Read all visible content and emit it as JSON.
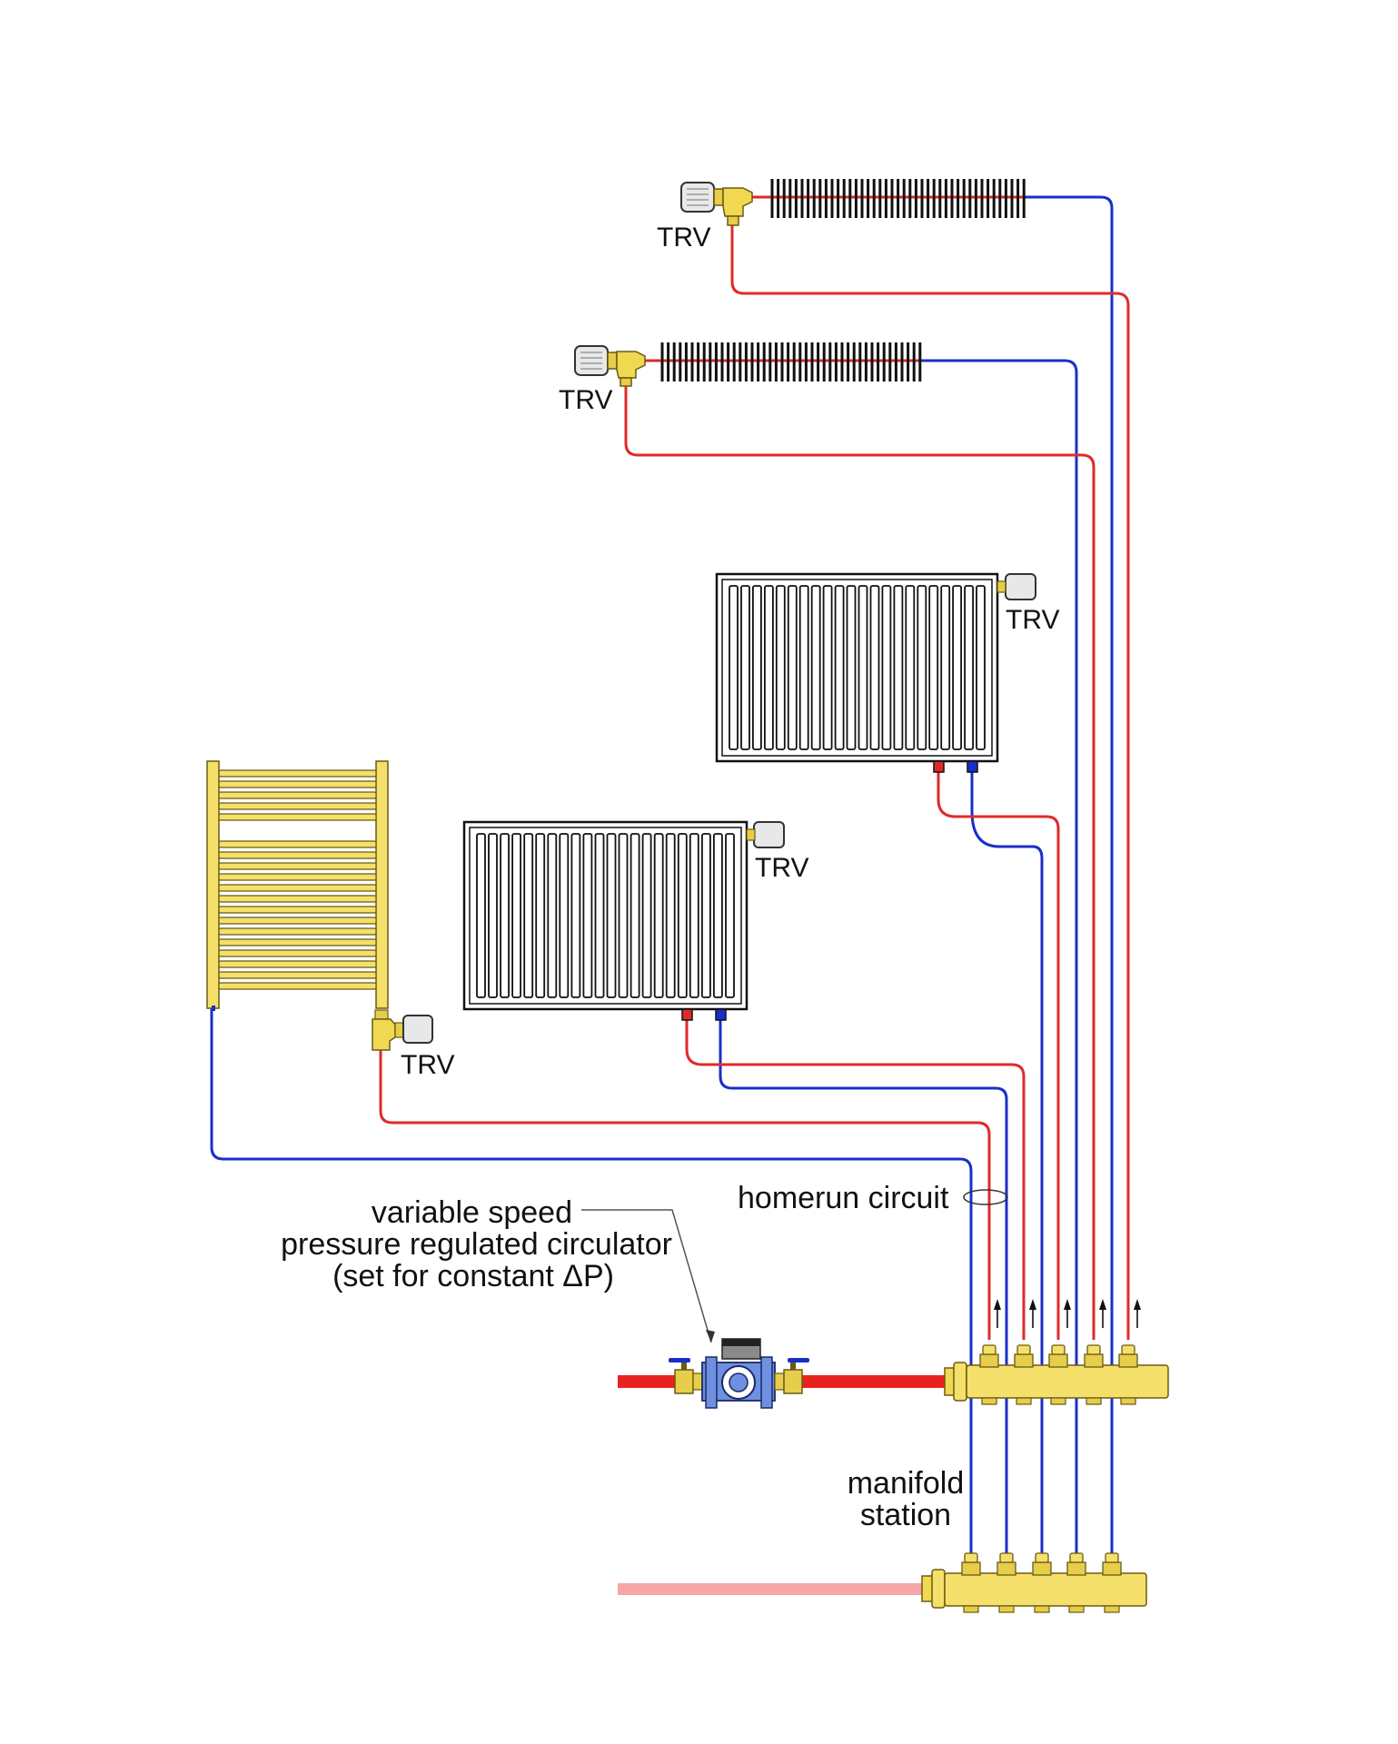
{
  "labels": {
    "trv": "TRV",
    "homerun": "homerun circuit",
    "circulator_line1": "variable speed",
    "circulator_line2": "pressure regulated circulator",
    "circulator_line3": "(set for constant ΔP)",
    "manifold_line1": "manifold",
    "manifold_line2": "station"
  },
  "colors": {
    "supply": "#e02a2a",
    "return": "#1a2fc8",
    "main_supply": "#e8231e",
    "main_return": "#f6a6a6",
    "brass": "#f4e06a",
    "brass_dark": "#8a7a22",
    "pump": "#6f8fe0"
  },
  "icons": [
    "towel-radiator",
    "panel-radiator",
    "baseboard-fin-tube",
    "thermostatic-valve",
    "circulator-pump",
    "manifold",
    "flow-arrow"
  ]
}
